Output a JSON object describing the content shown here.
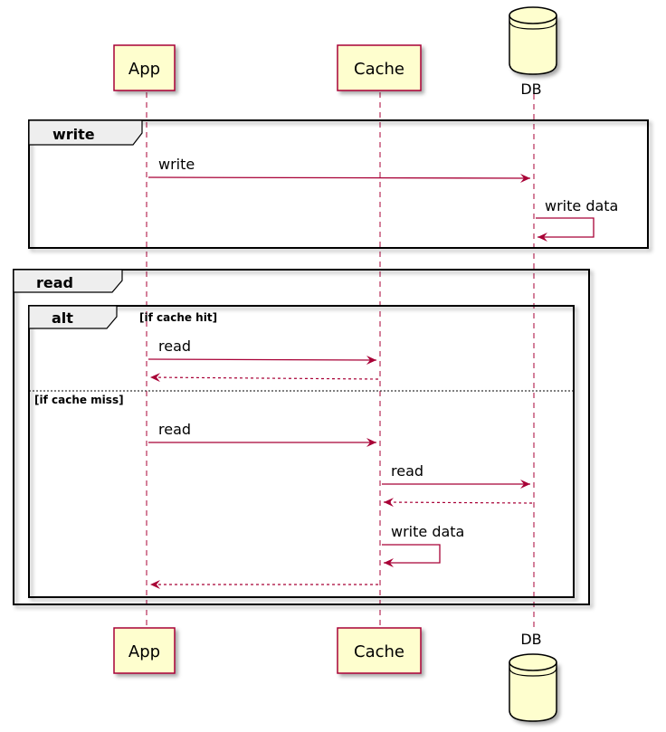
{
  "participants": {
    "app": "App",
    "cache": "Cache",
    "db": "DB"
  },
  "fragments": {
    "write": "write",
    "read": "read",
    "alt": "alt",
    "guard_hit": "[if cache hit]",
    "guard_miss": "[if cache miss]"
  },
  "messages": {
    "app_db_write": "write",
    "db_self_write": "write data",
    "hit_app_cache_read": "read",
    "miss_app_cache_read": "read",
    "miss_cache_db_read": "read",
    "miss_cache_self_write": "write data"
  },
  "colors": {
    "participant_fill": "#FEFECE",
    "participant_border": "#A80036",
    "arrow": "#A80036",
    "fragment_border": "#000000",
    "fragment_tab": "#EEEEEE"
  }
}
